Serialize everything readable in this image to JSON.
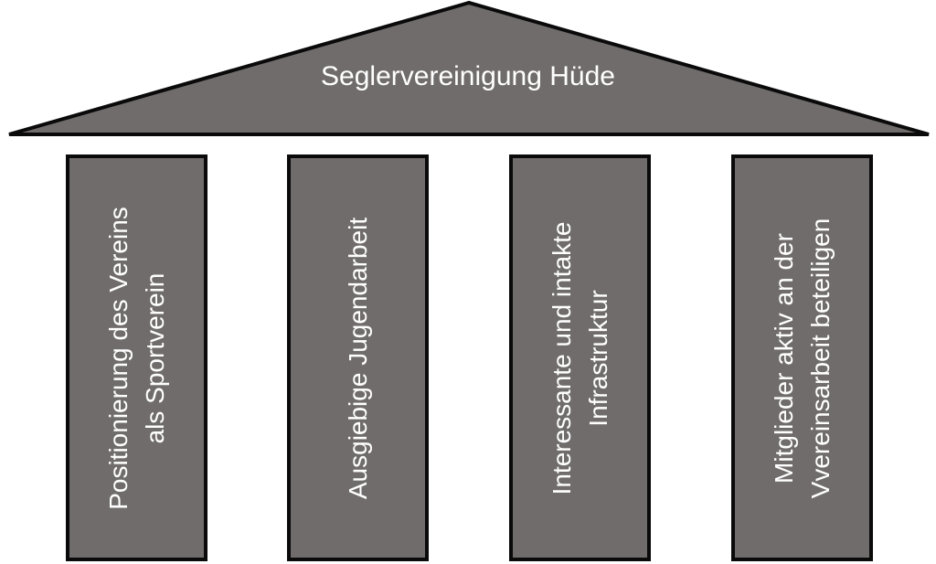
{
  "colors": {
    "fill": "#716c6c",
    "stroke": "#0a0a0a",
    "text": "#ffffff"
  },
  "roof": {
    "title": "Seglervereinigung Hüde"
  },
  "pillars": [
    {
      "text": "Positionierung des Vereins\nals Sportverein"
    },
    {
      "text": "Ausgiebige Jugendarbeit"
    },
    {
      "text": "Interessante und intakte\nInfrastruktur"
    },
    {
      "text": "Mitglieder aktiv an der\nVvereinsarbeit beteiligen"
    }
  ]
}
